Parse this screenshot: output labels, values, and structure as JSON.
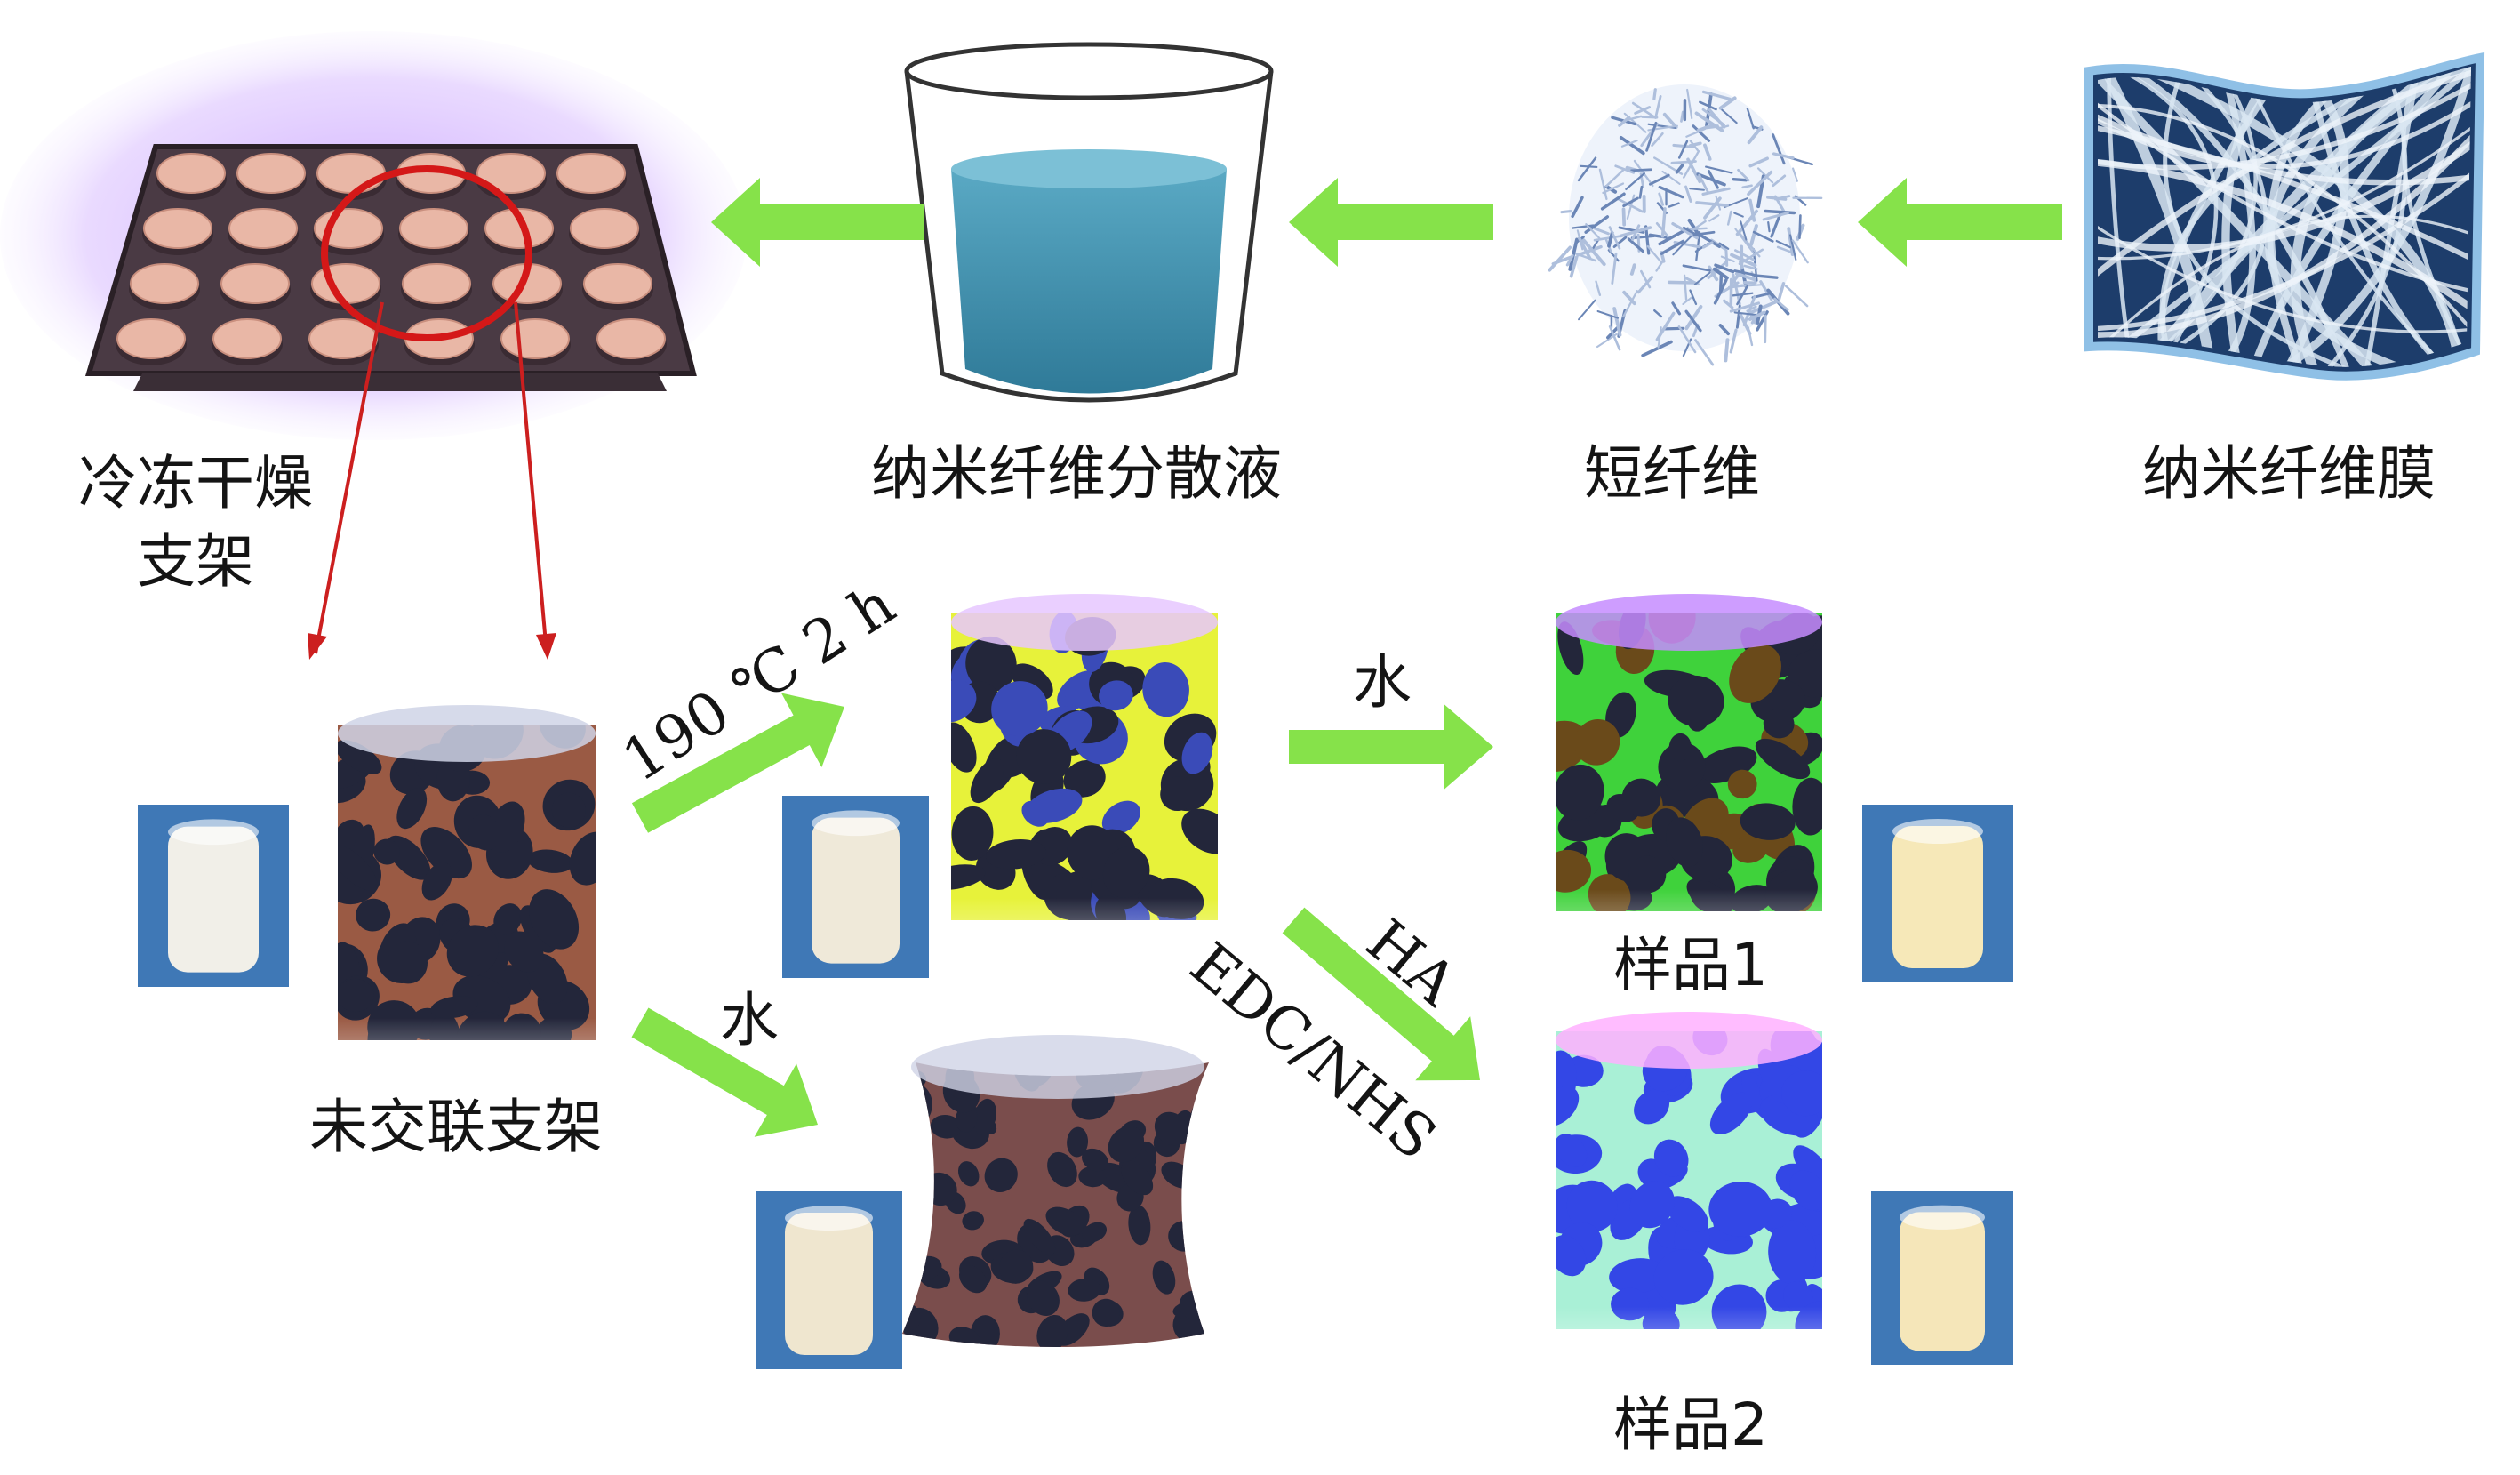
{
  "labels": {
    "lyophilized_scaffold": "冷冻干燥支架",
    "nanofiber_dispersion": "纳米纤维分散液",
    "short_fibers": "短纤维",
    "nanofiber_membrane": "纳米纤维膜",
    "uncrosslinked_scaffold": "未交联支架",
    "sample_1": "样品1",
    "sample_2": "样品2"
  },
  "arrow_labels": {
    "heat_treatment": "190 ℃ 2 h",
    "water_to_sample1": "水",
    "water_uncrosslinked": "水",
    "ha": "HA",
    "edc_nhs": "EDC/NHS"
  },
  "colors": {
    "arrow_green": "#86e24a",
    "pointer_red": "#cc1f1f",
    "liquid_blue": "#3f8fae",
    "tray_purple_glow": "#c9a3ff",
    "scaffold_brown": "#9a5a44",
    "scaffold_yellow": "#e7f23a",
    "scaffold_green": "#3fd23b",
    "scaffold_mint": "#a9f0d6",
    "pore_blue": "#3347e6",
    "pore_dark": "#23263a"
  }
}
